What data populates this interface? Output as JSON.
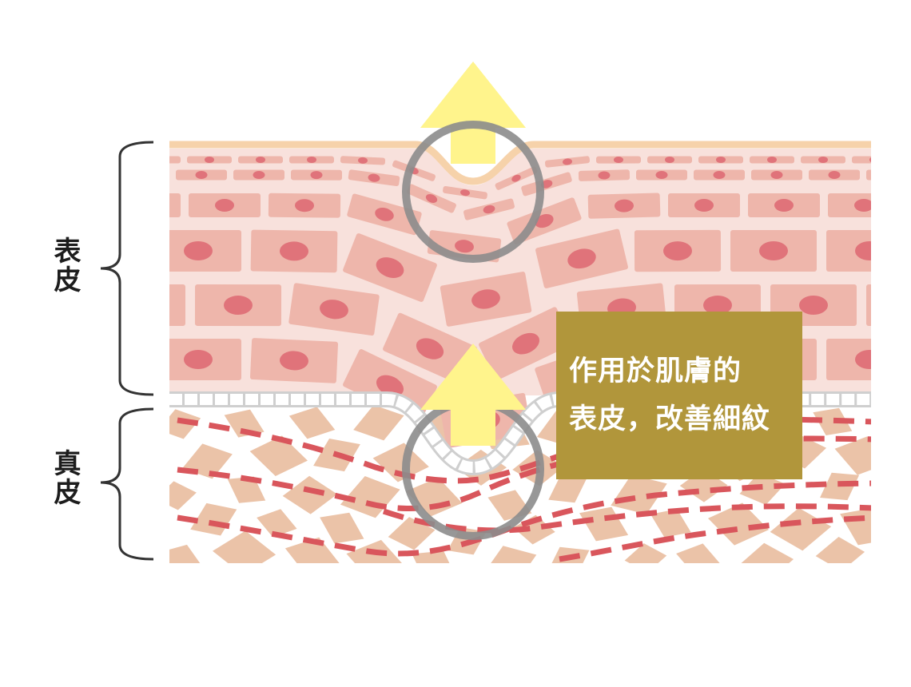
{
  "labels": {
    "epidermis": "表皮",
    "dermis": "真皮"
  },
  "callout": {
    "line1": "作用於肌膚的",
    "line2": "表皮，改善細紋"
  },
  "colors": {
    "surface_band": "#f6d2aa",
    "epidermis_bg": "#f8e1dc",
    "cell_fill": "#eeb6ab",
    "cell_nucleus": "#e0737a",
    "dermis_cell": "#ebc3a8",
    "fiber_dash": "#d9565c",
    "arrow_fill": "#fff48c",
    "ring_stroke": "#8c8c8c",
    "bracket_stroke": "#333333",
    "callout_bg": "#b1963b"
  },
  "icons": {
    "upper_arrow": "up-arrow-icon",
    "lower_arrow": "up-arrow-icon",
    "ring": "circle-highlight-icon",
    "bracket": "curly-bracket-icon"
  }
}
